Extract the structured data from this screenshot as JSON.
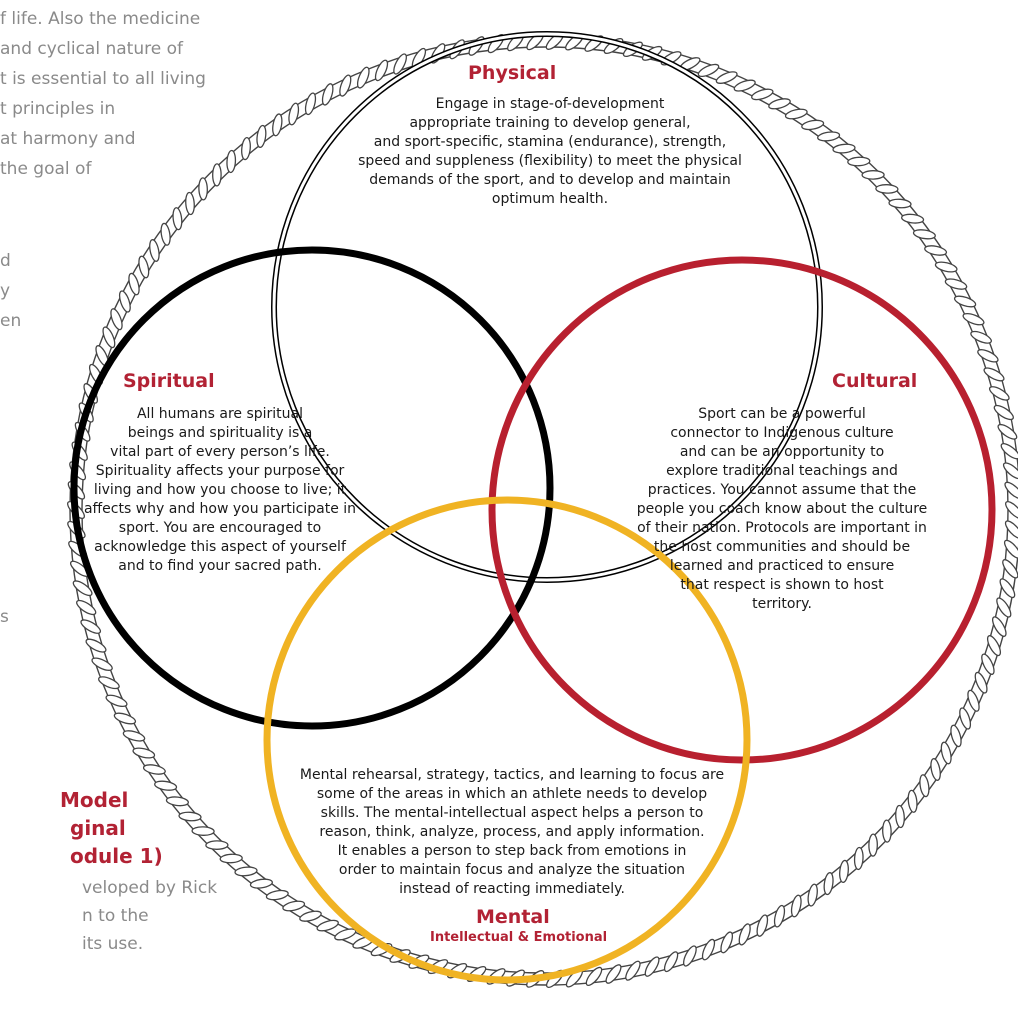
{
  "colors": {
    "accent_red": "#b22234",
    "spiritual_circle": "#000000",
    "cultural_circle": "#b8202f",
    "mental_circle": "#f0b323",
    "physical_circle": "#000000",
    "rope_border": "#555555",
    "page_text": "#8a8a8a"
  },
  "left_page_text": {
    "lines": [
      "f life. Also the medicine",
      "and cyclical nature of",
      "t is essential to all living",
      "t principles in",
      "at harmony and",
      "the goal of",
      "d",
      "y",
      "en",
      "s"
    ]
  },
  "model_heading": {
    "lines": [
      "Model",
      "ginal",
      "odule 1)"
    ]
  },
  "model_credit": {
    "lines": [
      "veloped by Rick",
      "n to the",
      "its use."
    ]
  },
  "physical": {
    "title": "Physical",
    "lines": [
      "Engage in stage-of-development",
      "appropriate training to develop general,",
      "and sport-specific, stamina (endurance), strength,",
      "speed and suppleness (flexibility) to meet the physical",
      "demands of the sport, and to develop and maintain",
      "optimum health."
    ]
  },
  "spiritual": {
    "title": "Spiritual",
    "lines": [
      "All humans are spiritual",
      "beings and spirituality is a",
      "vital part of every person’s life.",
      "Spirituality affects your purpose for",
      "living and how you choose to live; it",
      "affects why and how you participate in",
      "sport. You are encouraged to",
      "acknowledge this aspect of yourself",
      "and to find your sacred path."
    ]
  },
  "cultural": {
    "title": "Cultural",
    "lines": [
      "Sport can be a powerful",
      "connector to Indigenous culture",
      "and can be an opportunity to",
      "explore traditional teachings and",
      "practices. You cannot assume that the",
      "people you coach know about the culture",
      "of their nation. Protocols are important in",
      "the host communities and should be",
      "learned and practiced to ensure",
      "that respect is shown to host",
      "territory."
    ]
  },
  "mental": {
    "title": "Mental",
    "subtitle": "Intellectual & Emotional",
    "lines": [
      "Mental rehearsal, strategy, tactics, and learning to focus are",
      "some of the areas in which an athlete needs to develop",
      "skills. The mental-intellectual aspect helps a person to",
      "reason, think, analyze, process, and apply information.",
      "It enables a person to step back from emotions in",
      "order to maintain focus and analyze the situation",
      "instead of reacting immediately."
    ]
  }
}
